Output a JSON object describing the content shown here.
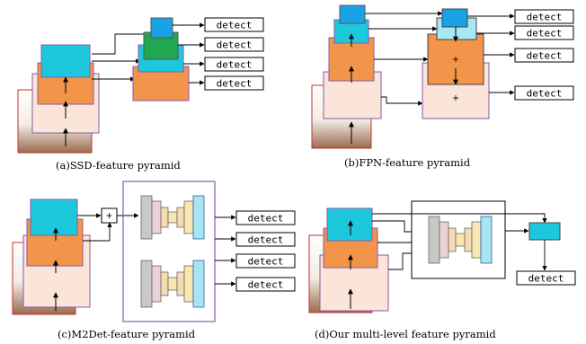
{
  "captions": {
    "a": "(a)SSD-feature pyramid",
    "b": "(b)FPN-feature pyramid",
    "c": "(c)M2Det-feature pyramid",
    "d": "(d)Our multi-level feature pyramid"
  },
  "detect_label": "detect",
  "plus_sign": "+",
  "colors": {
    "cyan": "#1ec8dc",
    "orange": "#f2954a",
    "peach": "#fbe4d8",
    "green": "#1fa851",
    "blue": "#1aa2e6",
    "light_cyan": "#a6e9f5",
    "purple": "#8a5aa6",
    "gray_block": "#c8c8c8",
    "pink_block": "#e7d2d4",
    "tan_block": "#f7dab0",
    "yellow_block": "#f8e7b0",
    "lightblue_block": "#a8e4f2"
  }
}
